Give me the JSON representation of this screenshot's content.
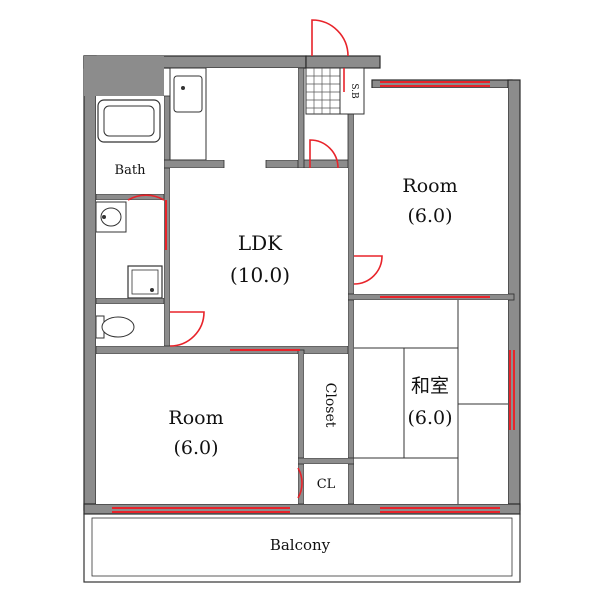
{
  "rooms": {
    "bath": {
      "label": "Bath"
    },
    "ldk": {
      "label": "LDK",
      "size": "(10.0)"
    },
    "room_ne": {
      "label": "Room",
      "size": "(6.0)"
    },
    "room_sw": {
      "label": "Room",
      "size": "(6.0)"
    },
    "washitsu": {
      "label": "和室",
      "size": "(6.0)"
    },
    "closet": {
      "label": "Closet"
    },
    "cl": {
      "label": "CL"
    },
    "sb": {
      "label": "S.B"
    },
    "balcony": {
      "label": "Balcony"
    }
  },
  "colors": {
    "wall": "#8c8c8c",
    "wall_dark": "#2b2b2b",
    "line": "#333333",
    "accent": "#e8232a",
    "floor": "#ffffff"
  }
}
